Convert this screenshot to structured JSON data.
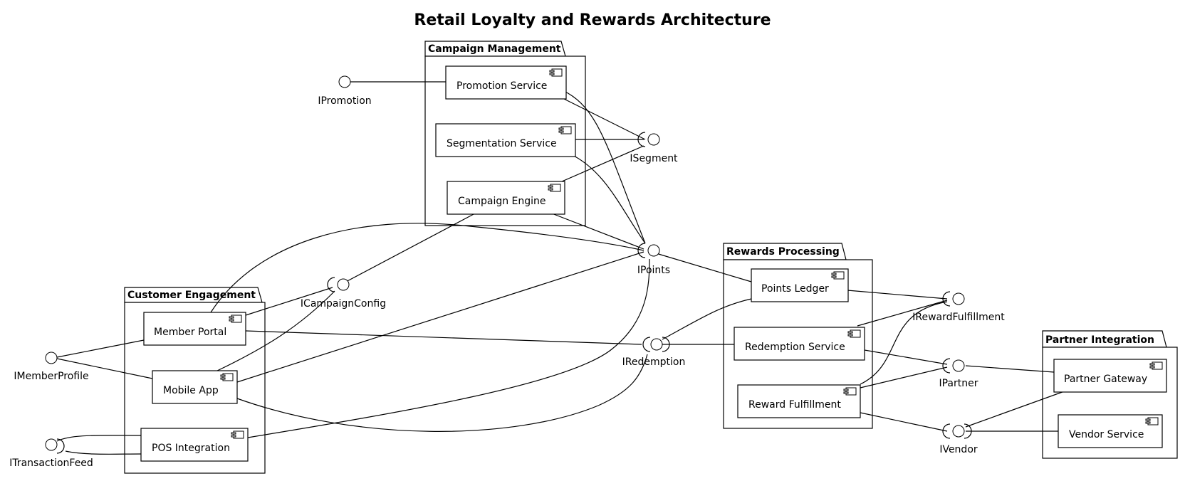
{
  "title": "Retail Loyalty and Rewards Architecture",
  "packages": {
    "campaign": "Campaign Management",
    "customer": "Customer Engagement",
    "rewards": "Rewards Processing",
    "partner": "Partner Integration"
  },
  "components": {
    "promotion_service": "Promotion Service",
    "segmentation_service": "Segmentation Service",
    "campaign_engine": "Campaign Engine",
    "member_portal": "Member Portal",
    "mobile_app": "Mobile App",
    "pos_integration": "POS Integration",
    "points_ledger": "Points Ledger",
    "redemption_service": "Redemption Service",
    "reward_fulfillment": "Reward Fulfillment",
    "partner_gateway": "Partner Gateway",
    "vendor_service": "Vendor Service"
  },
  "interfaces": {
    "ipromotion": "IPromotion",
    "isegment": "ISegment",
    "ipoints": "IPoints",
    "icampaignconfig": "ICampaignConfig",
    "iredemption": "IRedemption",
    "irewardfulfillment": "IRewardFulfillment",
    "ipartner": "IPartner",
    "ivendor": "IVendor",
    "imemberprofile": "IMemberProfile",
    "itransactionfeed": "ITransactionFeed"
  }
}
